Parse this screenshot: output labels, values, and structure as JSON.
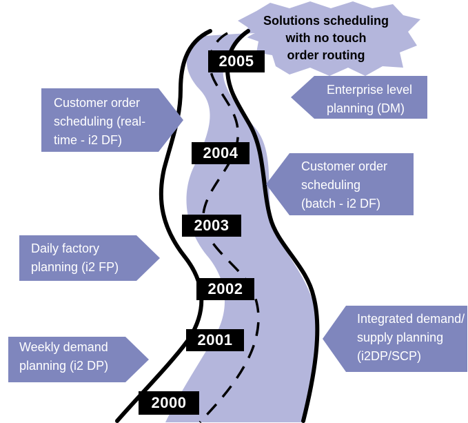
{
  "colors": {
    "road_fill": "#b4b6dc",
    "road_edge": "#000000",
    "road_shadow": "#ffffff",
    "arrow_fill": "#7f86bd",
    "burst_fill": "#b4b6dc",
    "label_bg": "#000000",
    "label_text": "#ffffff"
  },
  "goal": {
    "lines": "Solutions scheduling\nwith no touch\norder routing"
  },
  "milestones": [
    {
      "year": "2000"
    },
    {
      "year": "2001"
    },
    {
      "year": "2002"
    },
    {
      "year": "2003"
    },
    {
      "year": "2004"
    },
    {
      "year": "2005"
    }
  ],
  "initiatives": [
    {
      "text": "Weekly demand\nplanning (i2 DP)",
      "side": "left"
    },
    {
      "text": "Integrated demand/\nsupply planning\n(i2DP/SCP)",
      "side": "right"
    },
    {
      "text": "Daily factory\nplanning (i2 FP)",
      "side": "left"
    },
    {
      "text": "Customer order\nscheduling\n(batch - i2 DF)",
      "side": "right"
    },
    {
      "text": "Customer order\nscheduling (real-\ntime - i2 DF)",
      "side": "left"
    },
    {
      "text": "Enterprise level\nplanning (DM)",
      "side": "right"
    }
  ]
}
